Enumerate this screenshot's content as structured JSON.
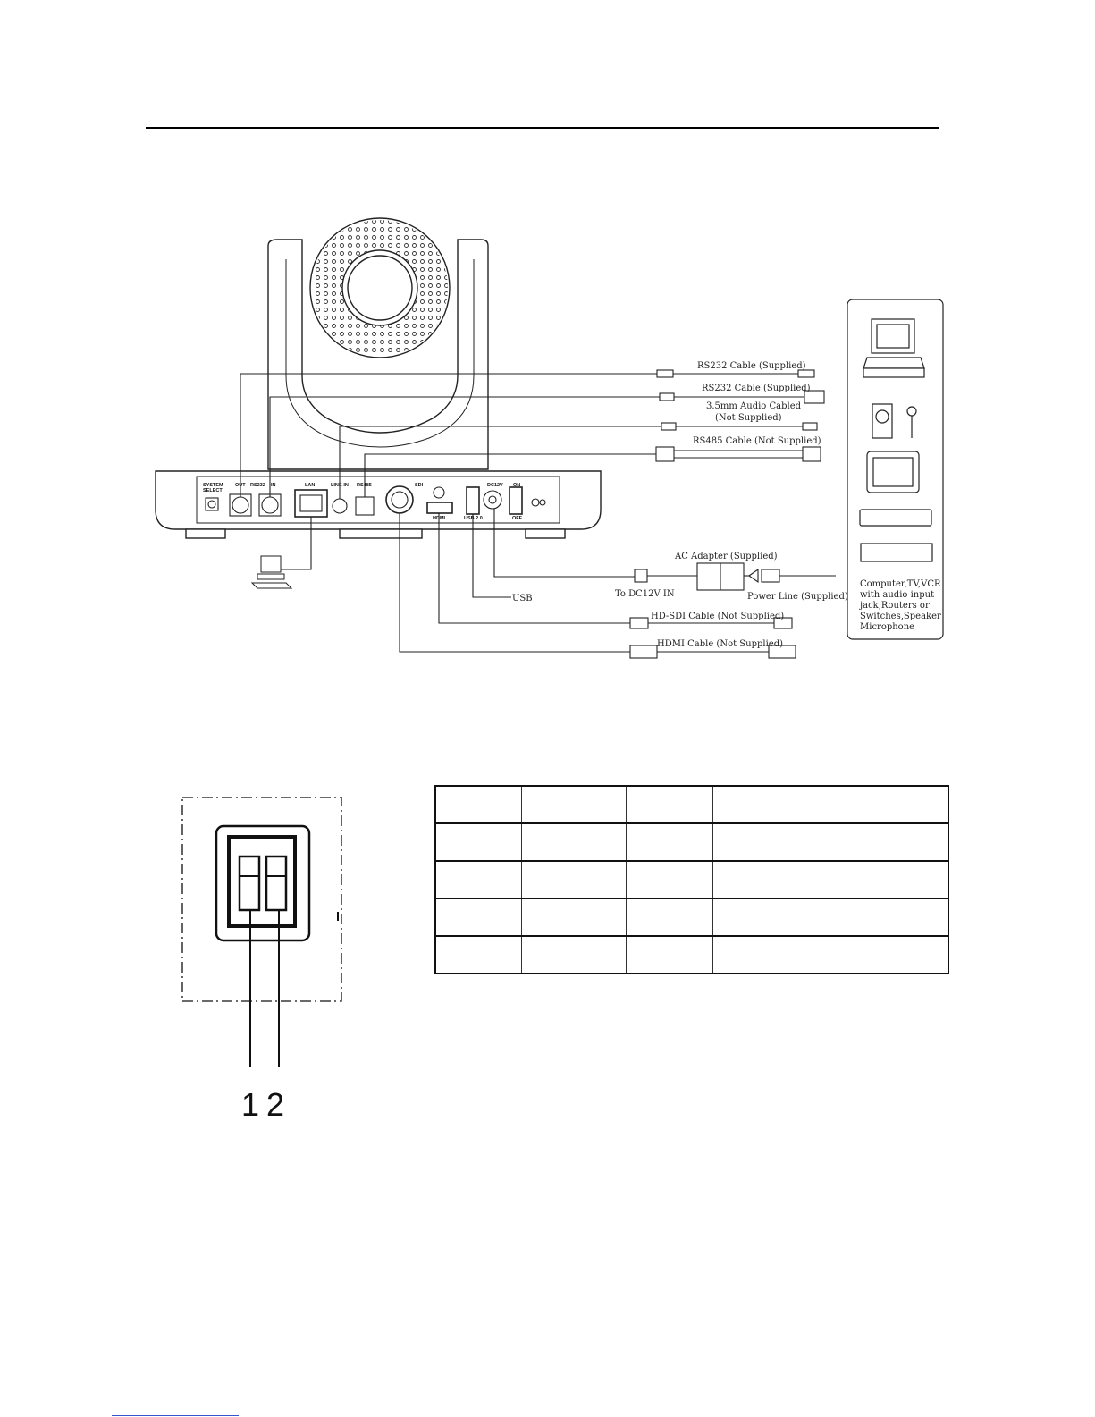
{
  "cables": {
    "rs232_a": "RS232 Cable (Supplied)",
    "rs232_b": "RS232 Cable (Supplied)",
    "audio_line1": "3.5mm Audio Cabled",
    "audio_line2": "(Not Supplied)",
    "rs485": "RS485 Cable (Not Supplied)",
    "ac_adapter": "AC Adapter (Supplied)",
    "to_dc12v": "To DC12V IN",
    "power_line": "Power Line (Supplied)",
    "usb": "USB",
    "hd_sdi": "HD-SDI Cable (Not Supplied)",
    "hdmi": "HDMI Cable (Not Supplied)"
  },
  "panel_labels": {
    "system": "SYSTEM",
    "select": "SELECT",
    "out": "OUT",
    "rs232": "RS232",
    "in": "IN",
    "lan": "LAN",
    "line_in": "LINE-IN",
    "rs485": "RS485",
    "sdi": "SDI",
    "hdmi": "HDMI",
    "usb20": "USB 2.0",
    "dc12v": "DC12V",
    "on": "ON",
    "off": "OFF"
  },
  "devices_caption": [
    "Computer,TV,VCR",
    "with audio input",
    "jack,Routers or",
    "Switches,Speaker",
    "Microphone"
  ],
  "dip": {
    "pin1": "1",
    "pin2": "2"
  },
  "table": {
    "rows": 5,
    "cols": 4
  }
}
